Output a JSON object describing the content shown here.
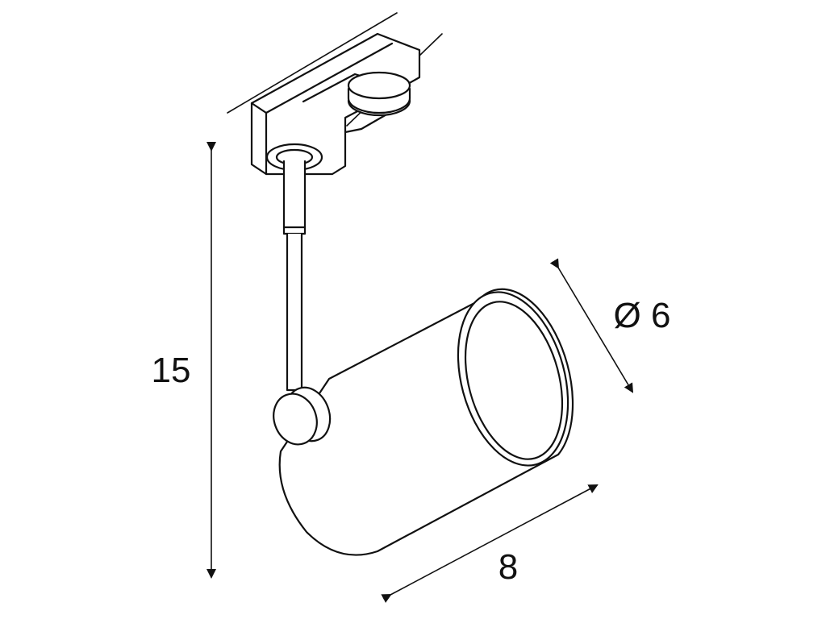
{
  "dimensions": {
    "height_label": "15",
    "diameter_label": "Ø 6",
    "length_label": "8"
  },
  "colors": {
    "line": "#111111",
    "background": "#ffffff"
  }
}
